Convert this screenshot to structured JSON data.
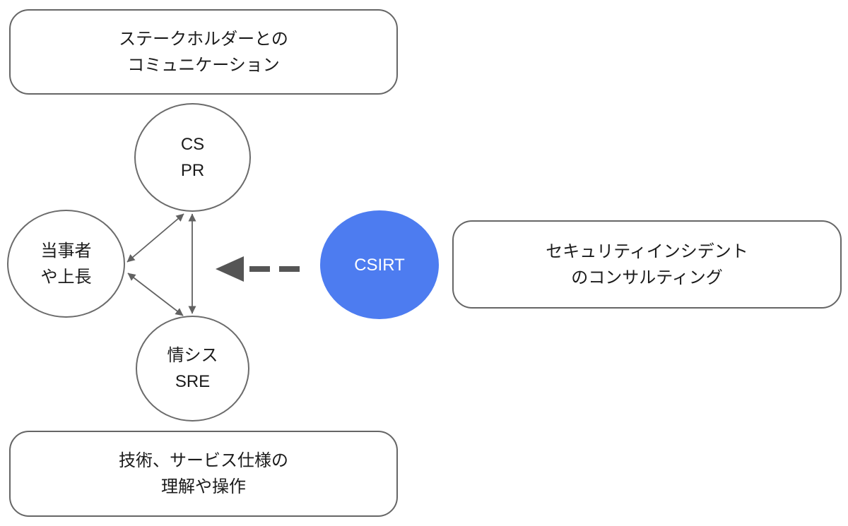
{
  "boxes": {
    "stakeholder": {
      "line1": "ステークホルダーとの",
      "line2": "コミュニケーション"
    },
    "consulting": {
      "line1": "セキュリティインシデント",
      "line2": "のコンサルティング"
    },
    "technical": {
      "line1": "技術、サービス仕様の",
      "line2": "理解や操作"
    }
  },
  "nodes": {
    "cs_pr": {
      "line1": "CS",
      "line2": "PR"
    },
    "parties": {
      "line1": "当事者",
      "line2": "や上長"
    },
    "infosys": {
      "line1": "情シス",
      "line2": "SRE"
    },
    "csirt": {
      "label": "CSIRT"
    }
  },
  "colors": {
    "csirt_fill": "#4d7cf0",
    "csirt_text": "#ffffff",
    "shape_stroke": "#666666",
    "arrow_stroke": "#616161",
    "dashed_arrow": "#555555",
    "text": "#1b1b1b"
  }
}
